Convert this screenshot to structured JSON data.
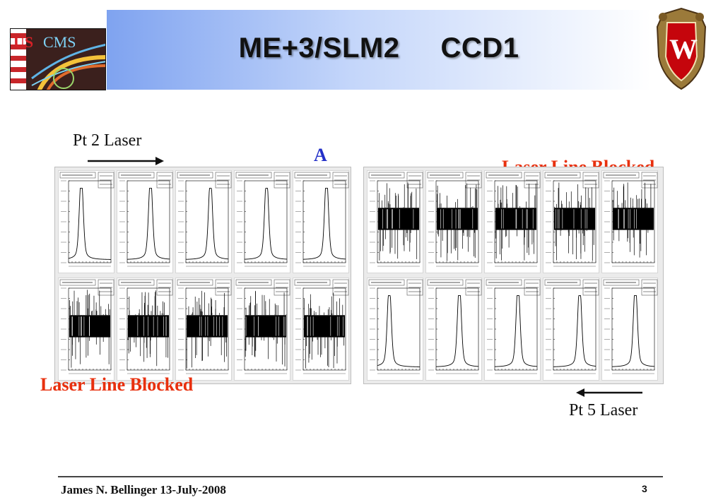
{
  "slide": {
    "title": "ME+3/SLM2     CCD1",
    "logo_left_name": "us-cms-logo",
    "logo_left_text_us": "US",
    "logo_left_text_cms": "CMS",
    "crest_letter": "W",
    "crest_name": "uw-crest-logo"
  },
  "labels": {
    "pt2_laser": "Pt 2 Laser",
    "letter_a": "A",
    "laser_blocked_top": "Laser Line Blocked",
    "laser_blocked_bottom": "Laser Line Blocked",
    "pt5_laser": "Pt 5 Laser"
  },
  "colors": {
    "title_banner_start": "#7fa3f0",
    "letter_a": "#2430c8",
    "blocked_label": "#e8300e",
    "canvas_bg": "#ebebeb",
    "plot_line": "#000000"
  },
  "histogram_panels": {
    "left": [
      [
        "peak",
        "peak",
        "peak",
        "peak",
        "peak"
      ],
      [
        "noise",
        "noise",
        "noise",
        "noise",
        "noise"
      ]
    ],
    "right": [
      [
        "noise",
        "noise",
        "noise",
        "noise",
        "noise"
      ],
      [
        "peak",
        "peak",
        "peak",
        "peak",
        "peak"
      ]
    ],
    "peak_positions": [
      0.3,
      0.55,
      0.58,
      0.52,
      0.55,
      0.28,
      0.55,
      0.55,
      0.62,
      0.55
    ]
  },
  "footer": {
    "author_date": "James N. Bellinger 13-July-2008",
    "page_number": "3"
  }
}
